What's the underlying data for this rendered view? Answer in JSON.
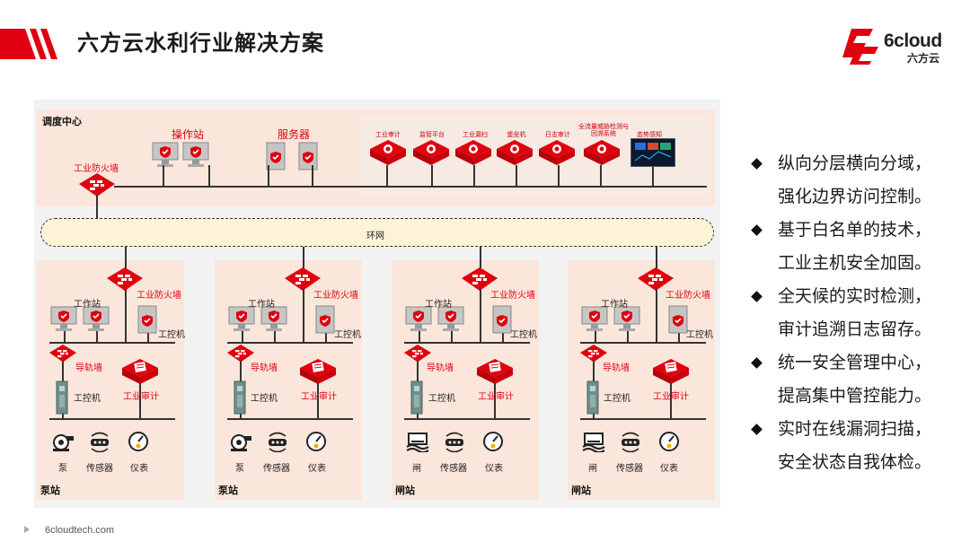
{
  "header": {
    "title": "六方云水利行业解决方案",
    "logo_text": "6cloud",
    "logo_cn": "六方云",
    "accent": "#e0000f"
  },
  "diagram": {
    "dispatch_center": {
      "label": "调度中心",
      "firewall_label": "工业防火墙",
      "operator_station": "操作站",
      "server": "服务器",
      "security_tools": [
        "工业审计",
        "监管平台",
        "工业漏扫",
        "堡垒机",
        "日志审计",
        "全流量威胁检测与回溯系统",
        "态势感知"
      ]
    },
    "ring_network": "环网",
    "stations": [
      {
        "name": "泵站",
        "firewall": "工业防火墙",
        "workstation": "工作站",
        "ipc": "工控机",
        "rail_wall": "导轨墙",
        "ipc2": "工控机",
        "audit": "工业审计",
        "devices": [
          "泵",
          "传感器",
          "仪表"
        ]
      },
      {
        "name": "泵站",
        "firewall": "工业防火墙",
        "workstation": "工作站",
        "ipc": "工控机",
        "rail_wall": "导轨墙",
        "ipc2": "工控机",
        "audit": "工业审计",
        "devices": [
          "泵",
          "传感器",
          "仪表"
        ]
      },
      {
        "name": "闸站",
        "firewall": "工业防火墙",
        "workstation": "工作站",
        "ipc": "工控机",
        "rail_wall": "导轨墙",
        "ipc2": "工控机",
        "audit": "工业审计",
        "devices": [
          "闸",
          "传感器",
          "仪表"
        ]
      },
      {
        "name": "闸站",
        "firewall": "工业防火墙",
        "workstation": "工作站",
        "ipc": "工控机",
        "rail_wall": "导轨墙",
        "ipc2": "工控机",
        "audit": "工业审计",
        "devices": [
          "闸",
          "传感器",
          "仪表"
        ]
      }
    ]
  },
  "bullets": [
    "纵向分层横向分域，",
    "强化边界访问控制。",
    "基于白名单的技术，",
    "工业主机安全加固。",
    "全天候的实时检测，",
    "审计追溯日志留存。",
    "统一安全管理中心，",
    "提高集中管控能力。",
    "实时在线漏洞扫描，",
    "安全状态自我体检。"
  ],
  "bullet_starts": [
    true,
    false,
    true,
    false,
    true,
    false,
    true,
    false,
    true,
    false
  ],
  "footer": {
    "url": "6cloudtech.com"
  }
}
